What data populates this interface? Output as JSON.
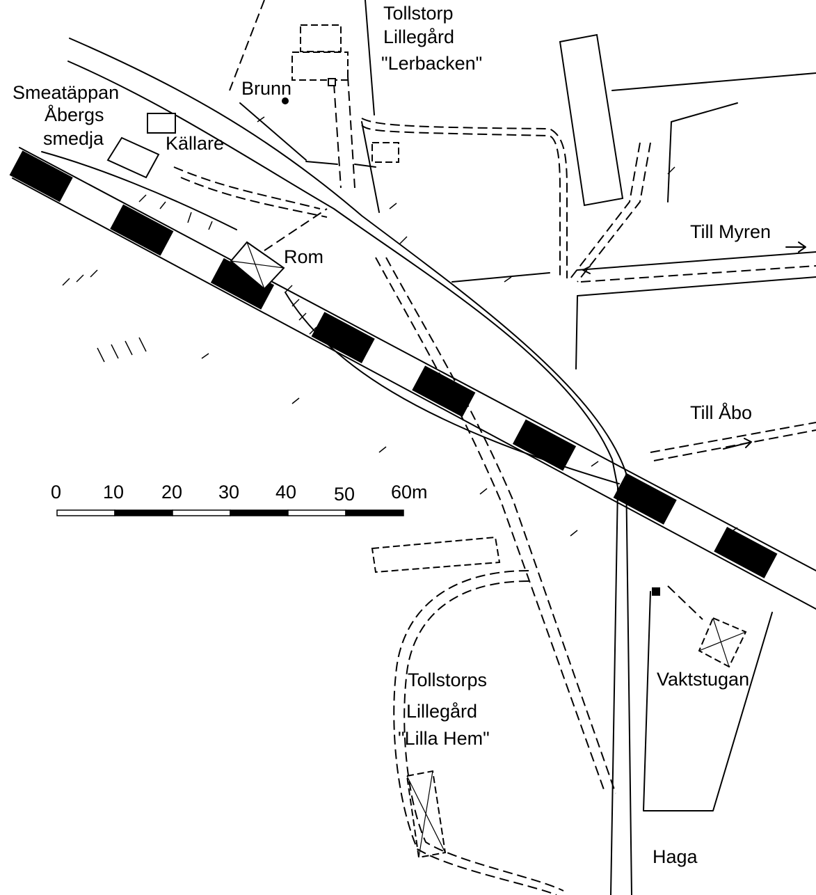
{
  "map": {
    "labels": {
      "tollstorp_1": "Tollstorp",
      "tollstorp_2": "Lillegård",
      "tollstorp_3": "\"Lerbacken\"",
      "brunn": "Brunn",
      "smeatappan": "Smeatäppan",
      "abergs": "Åbergs",
      "smedja": "smedja",
      "kallare": "Källare",
      "rom": "Rom",
      "till_myren": "Till Myren",
      "till_abo": "Till Åbo",
      "tollstorps_1": "Tollstorps",
      "tollstorps_2": "Lillegård",
      "tollstorps_3": "\"Lilla Hem\"",
      "vaktstugan": "Vaktstugan",
      "haga": "Haga"
    },
    "scale_bar": {
      "ticks": [
        "0",
        "10",
        "20",
        "30",
        "40",
        "50",
        "60m"
      ]
    }
  }
}
